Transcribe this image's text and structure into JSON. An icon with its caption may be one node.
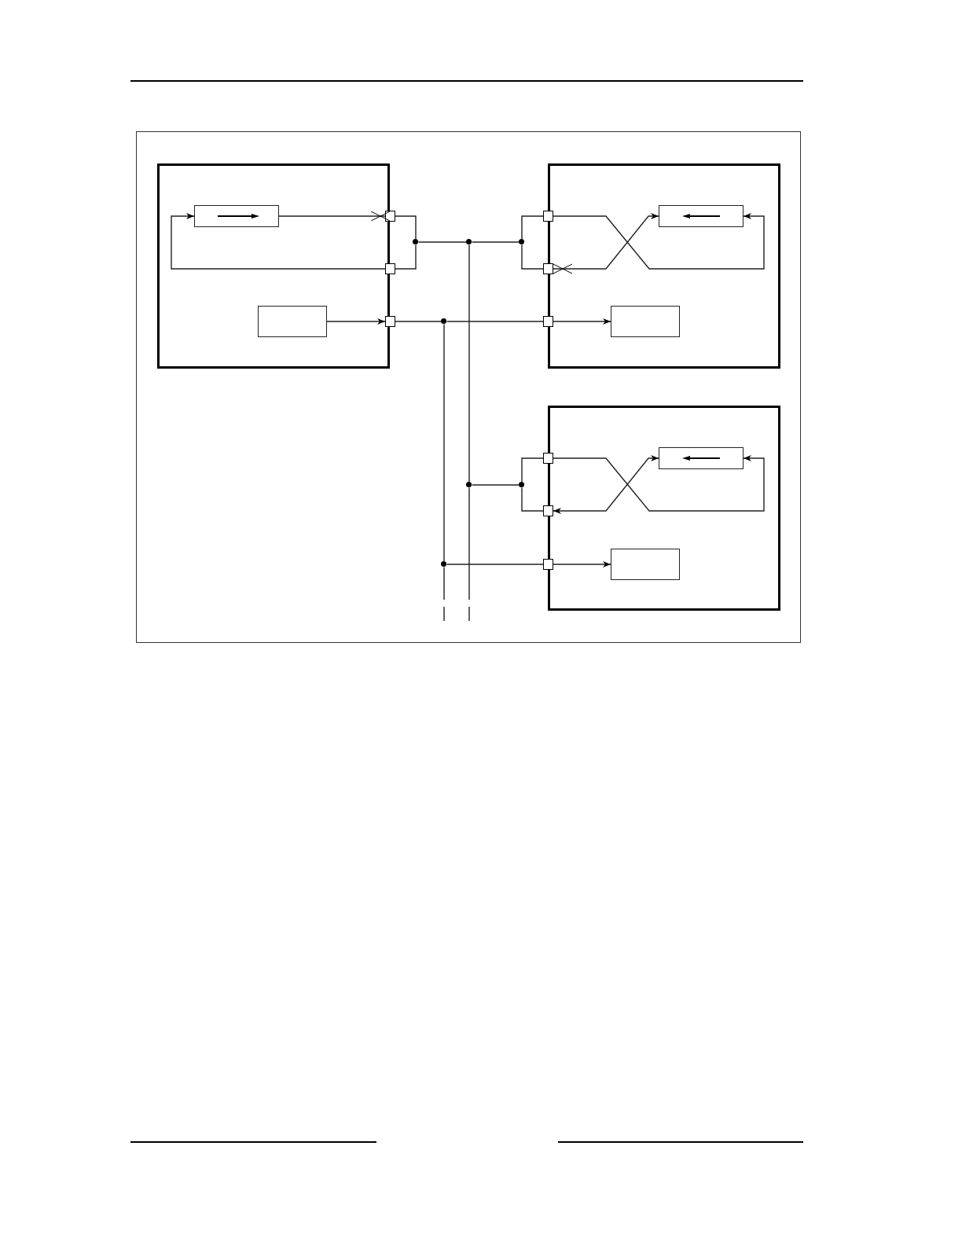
{
  "diagram": {
    "nodes": [
      {
        "text": [],
        "shape": "box"
      },
      {
        "text": [],
        "shape": "box",
        "in": 0
      },
      {
        "text": [],
        "shape": "box",
        "in": 1
      },
      {
        "text": [],
        "shape": "box",
        "in": 1
      },
      {
        "text": [],
        "shape": "box",
        "in": 0
      },
      {
        "text": [],
        "shape": "box",
        "in": 0
      },
      {
        "text": [],
        "shape": "box",
        "in": 0
      },
      {
        "text": [],
        "shape": "box",
        "in": 0
      },
      {
        "text": [],
        "shape": "box",
        "in": 7
      },
      {
        "text": [],
        "shape": "box",
        "in": 7
      },
      {
        "text": [],
        "shape": "box",
        "in": 0
      },
      {
        "text": [],
        "shape": "box",
        "in": 0
      },
      {
        "text": [],
        "shape": "box",
        "in": 0
      },
      {
        "text": [],
        "shape": "box",
        "in": 0
      },
      {
        "text": [],
        "shape": "box",
        "in": 13
      },
      {
        "text": [],
        "shape": "box",
        "in": 13
      },
      {
        "text": [],
        "shape": "box",
        "in": 0
      },
      {
        "text": [],
        "shape": "box",
        "in": 0
      },
      {
        "text": [],
        "shape": "box",
        "in": 0
      },
      {
        "text": [],
        "shape": "circle",
        "in": 0
      },
      {
        "text": [],
        "shape": "circle",
        "in": 0
      },
      {
        "text": [],
        "shape": "circle",
        "in": 0
      },
      {
        "text": [],
        "shape": "circle",
        "in": 0
      },
      {
        "text": [],
        "shape": "circle",
        "in": 0
      },
      {
        "text": [],
        "shape": "circle",
        "in": 0
      },
      {
        "text": [],
        "shape": "circle",
        "in": 0
      }
    ],
    "edges": [
      {
        "from": 2,
        "to": 4,
        "arrow": "other"
      },
      {
        "from": 5,
        "to": 2,
        "arrow": "to"
      },
      {
        "from": 3,
        "to": 6,
        "arrow": "to"
      },
      {
        "from": 4,
        "to": 19,
        "arrow": "none"
      },
      {
        "from": 5,
        "to": 19,
        "arrow": "none"
      },
      {
        "from": 19,
        "to": 20,
        "arrow": "none"
      },
      {
        "from": 20,
        "to": 21,
        "arrow": "none"
      },
      {
        "from": 21,
        "to": 10,
        "arrow": "none"
      },
      {
        "from": 21,
        "to": 11,
        "arrow": "none"
      },
      {
        "from": 6,
        "to": 22,
        "arrow": "none"
      },
      {
        "from": 22,
        "to": 12,
        "arrow": "none"
      },
      {
        "from": 10,
        "to": 8,
        "arrow": "to"
      },
      {
        "from": 11,
        "to": 8,
        "arrow": "to"
      },
      {
        "from": 12,
        "to": 9,
        "arrow": "to"
      },
      {
        "from": 20,
        "to": 23,
        "arrow": "none"
      },
      {
        "from": 23,
        "to": 24,
        "arrow": "none"
      },
      {
        "from": 24,
        "to": 16,
        "arrow": "none"
      },
      {
        "from": 24,
        "to": 17,
        "arrow": "none"
      },
      {
        "from": 16,
        "to": 14,
        "arrow": "to"
      },
      {
        "from": 14,
        "to": 17,
        "arrow": "both"
      },
      {
        "from": 18,
        "to": 15,
        "arrow": "to"
      },
      {
        "from": 22,
        "to": 25,
        "arrow": "none"
      },
      {
        "from": 25,
        "to": 18,
        "arrow": "none"
      },
      {
        "from": 23,
        "to": null,
        "arrow": "none"
      },
      {
        "from": 25,
        "to": null,
        "arrow": "none"
      }
    ]
  }
}
